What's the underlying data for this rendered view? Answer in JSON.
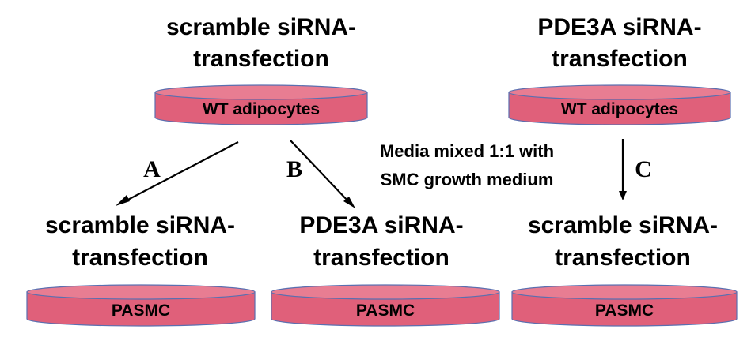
{
  "sources": [
    {
      "title_lines": [
        "scramble siRNA-",
        "transfection"
      ],
      "dish_label": "WT adipocytes"
    },
    {
      "title_lines": [
        "PDE3A siRNA-",
        "transfection"
      ],
      "dish_label": "WT adipocytes"
    }
  ],
  "targets": [
    {
      "title_lines": [
        "scramble siRNA-",
        "transfection"
      ],
      "dish_label": "PASMC"
    },
    {
      "title_lines": [
        "PDE3A siRNA-",
        "transfection"
      ],
      "dish_label": "PASMC"
    },
    {
      "title_lines": [
        "scramble siRNA-",
        "transfection"
      ],
      "dish_label": "PASMC"
    }
  ],
  "arrows": [
    {
      "label": "A",
      "from": "source-1",
      "to": "target-1"
    },
    {
      "label": "B",
      "from": "source-1",
      "to": "target-2"
    },
    {
      "label": "C",
      "from": "source-2",
      "to": "target-3"
    }
  ],
  "note_lines": [
    "Media mixed 1:1 with",
    "SMC growth medium"
  ],
  "colors": {
    "dish_fill": "#e0607a",
    "dish_top": "#e87d92",
    "dish_outline": "#5a6fb0",
    "text": "#000000"
  }
}
